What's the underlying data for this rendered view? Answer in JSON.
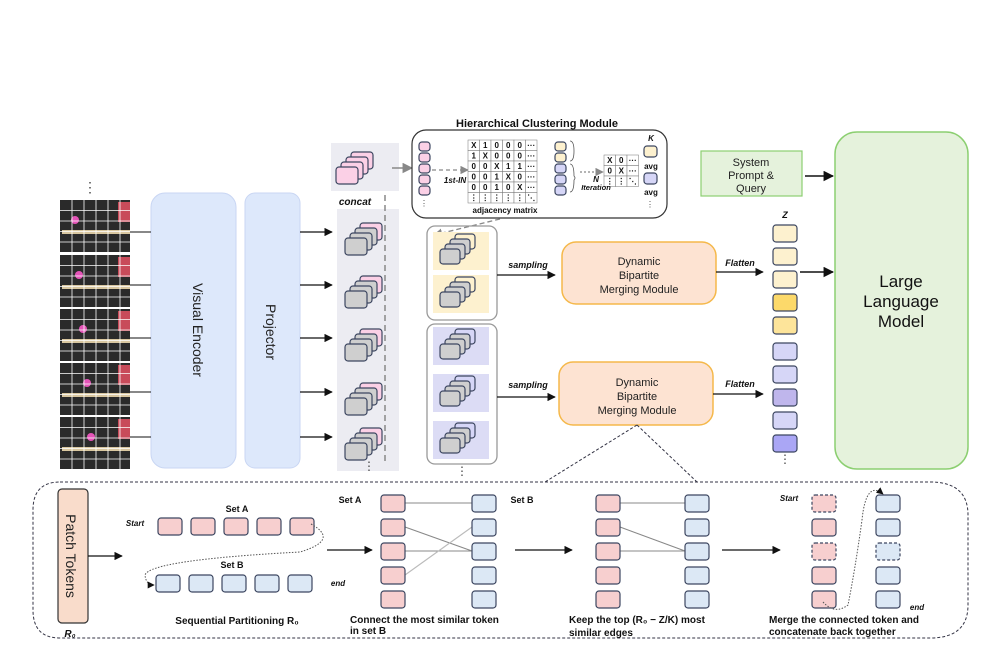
{
  "title": "Hierarchical Clustering Module",
  "labels": {
    "visual_encoder": "Visual Encoder",
    "projector": "Projector",
    "concat": "concat",
    "first_in": "1st-IN",
    "adjacency_matrix": "adjacency matrix",
    "n_iteration_n": "N",
    "n_iteration": "Iteration",
    "k": "K",
    "avg1": "avg",
    "avg2": "avg",
    "sampling1": "sampling",
    "sampling2": "sampling",
    "dbmm1": [
      "Dynamic",
      "Bipartite",
      "Merging Module"
    ],
    "dbmm2": [
      "Dynamic",
      "Bipartite",
      "Merging Module"
    ],
    "flatten1": "Flatten",
    "flatten2": "Flatten",
    "z": "Z",
    "system_prompt": [
      "System",
      "Prompt &",
      "Query"
    ],
    "llm": [
      "Large",
      "Language",
      "Model"
    ],
    "patch_tokens": "Patch Tokens",
    "r0": "R₀",
    "set_a": "Set A",
    "set_b": "Set B",
    "start": "Start",
    "end": "end",
    "step1_caption": "Sequential  Partitioning R₀",
    "step2_set_a": "Set A",
    "step2_set_b": "Set B",
    "step2_caption": [
      "Connect the most similar token",
      "in set B"
    ],
    "step3_caption": [
      "Keep the top (R₀ − Z/K) most",
      "similar edges"
    ],
    "step4_start": "Start",
    "step4_end": "end",
    "step4_caption": [
      "Merge the connected token and",
      "concatenate back together"
    ]
  },
  "adjacency_matrix": {
    "rows": [
      [
        "X",
        "1",
        "0",
        "0",
        "0",
        "···"
      ],
      [
        "1",
        "X",
        "0",
        "0",
        "0",
        "···"
      ],
      [
        "0",
        "0",
        "X",
        "1",
        "1",
        "···"
      ],
      [
        "0",
        "0",
        "1",
        "X",
        "0",
        "···"
      ],
      [
        "0",
        "0",
        "1",
        "0",
        "X",
        "···"
      ],
      [
        "⋮",
        "⋮",
        "⋮",
        "⋮",
        "⋮",
        "⋱"
      ]
    ]
  },
  "small_matrix": {
    "rows": [
      [
        "X",
        "0",
        "···"
      ],
      [
        "0",
        "X",
        "···"
      ],
      [
        "⋮",
        "⋮",
        "⋱"
      ]
    ]
  },
  "z_tokens": [
    "#fdf1cf",
    "#fdf1cf",
    "#fdf1cf",
    "#fcd96a",
    "#fde49a",
    "#d6d6f7",
    "#d6d6f7",
    "#bfb6ec",
    "#d6d6f7",
    "#aaa6f5"
  ],
  "colors": {
    "encoder_fill": "#dde8fb",
    "pink": "#fbd0e6",
    "gray_token": "#cfcfcf",
    "yellow_bg": "#fdf1cf",
    "purple_bg": "#dcdcf5",
    "dbmm_fill": "#fde3d2",
    "dbmm_stroke": "#f5b84a",
    "llm_fill": "#e5f2dc",
    "llm_stroke": "#8ccf71",
    "set_a": "#f7cfcf",
    "set_b": "#dce8f5",
    "patch_fill": "#f9dccb"
  }
}
